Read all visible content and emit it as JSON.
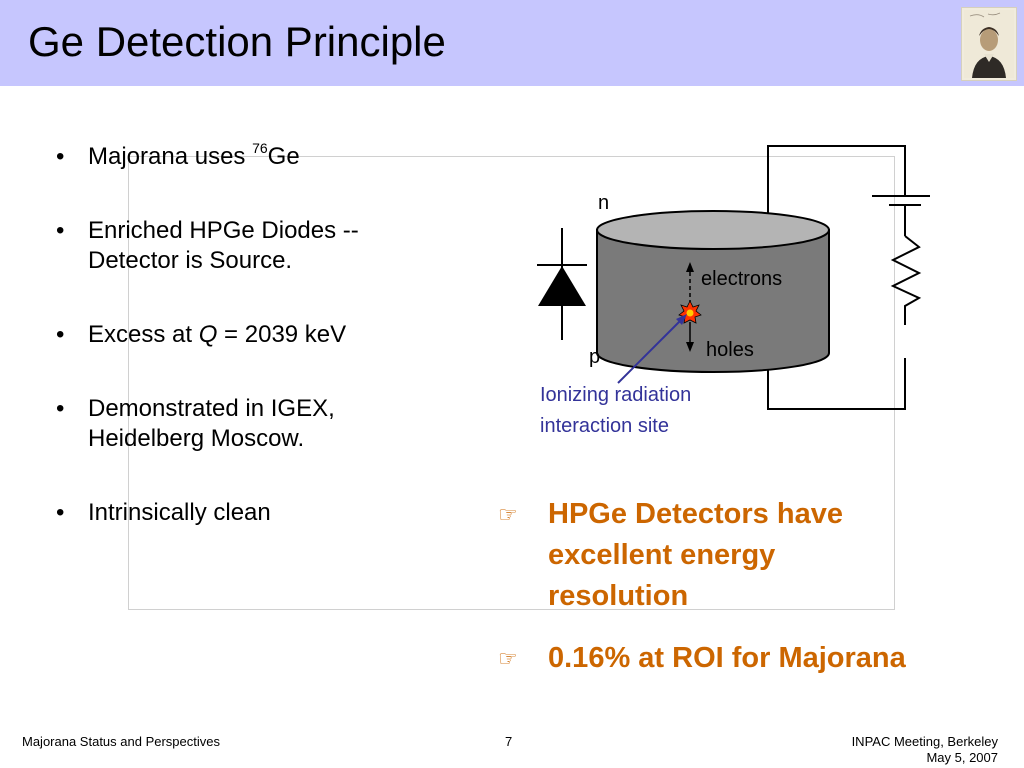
{
  "slide": {
    "title": "Ge Detection Principle",
    "bullets": [
      {
        "pre": "Majorana uses ",
        "sup": "76",
        "post": "Ge"
      },
      {
        "lines": [
          "Enriched HPGe Diodes --",
          "Detector is Source."
        ]
      },
      {
        "pre": "Excess at ",
        "italic": "Q",
        "post": " = 2039 keV"
      },
      {
        "lines": [
          "Demonstrated in IGEX,",
          "Heidelberg Moscow."
        ]
      },
      {
        "text": "Intrinsically clean"
      }
    ],
    "diagram": {
      "label_n": "n",
      "label_p": "p",
      "label_electrons": "electrons",
      "label_holes": "holes",
      "interaction_lines": [
        "Ionizing radiation",
        "interaction site"
      ]
    },
    "callouts": [
      {
        "lines": [
          "HPGe Detectors have",
          "excellent energy",
          "resolution"
        ]
      },
      {
        "lines": [
          "0.16% at ROI for Majorana"
        ]
      }
    ],
    "footer": {
      "left": "Majorana  Status and Perspectives",
      "page": "7",
      "right_line1": "INPAC Meeting, Berkeley",
      "right_line2": "May 5, 2007"
    },
    "colors": {
      "title_bg": "#c6c6fe",
      "callout": "#cc6600",
      "annotation": "#333399",
      "cylinder_body": "#7a7a7a",
      "cylinder_top": "#b4b4b4"
    },
    "icons": [
      "pointing-hand-icon",
      "portrait-image"
    ]
  }
}
